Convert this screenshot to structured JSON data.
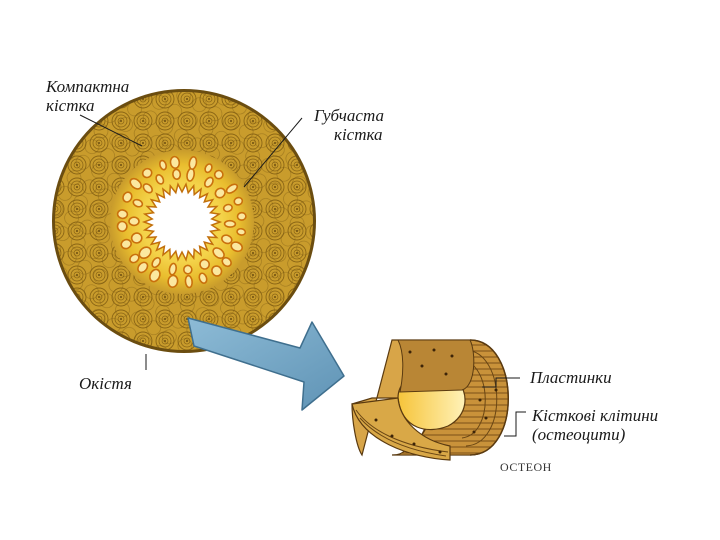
{
  "labels": {
    "compact_bone": [
      "Компактна",
      "кістка"
    ],
    "spongy_bone": [
      "Губчаста",
      "кістка"
    ],
    "periosteum": "Окістя",
    "lamellae": "Пластинки",
    "bone_cells": [
      "Кісткові клітини",
      "(остеоцити)"
    ],
    "osteon_caption": "ОСТЕОН"
  },
  "colors": {
    "compact": "#c89a2a",
    "compact_dark": "#8a6514",
    "spongy_zone": "#e7bd2f",
    "trabecula": "#d1780e",
    "arrow": "#6fa3c3"
  }
}
